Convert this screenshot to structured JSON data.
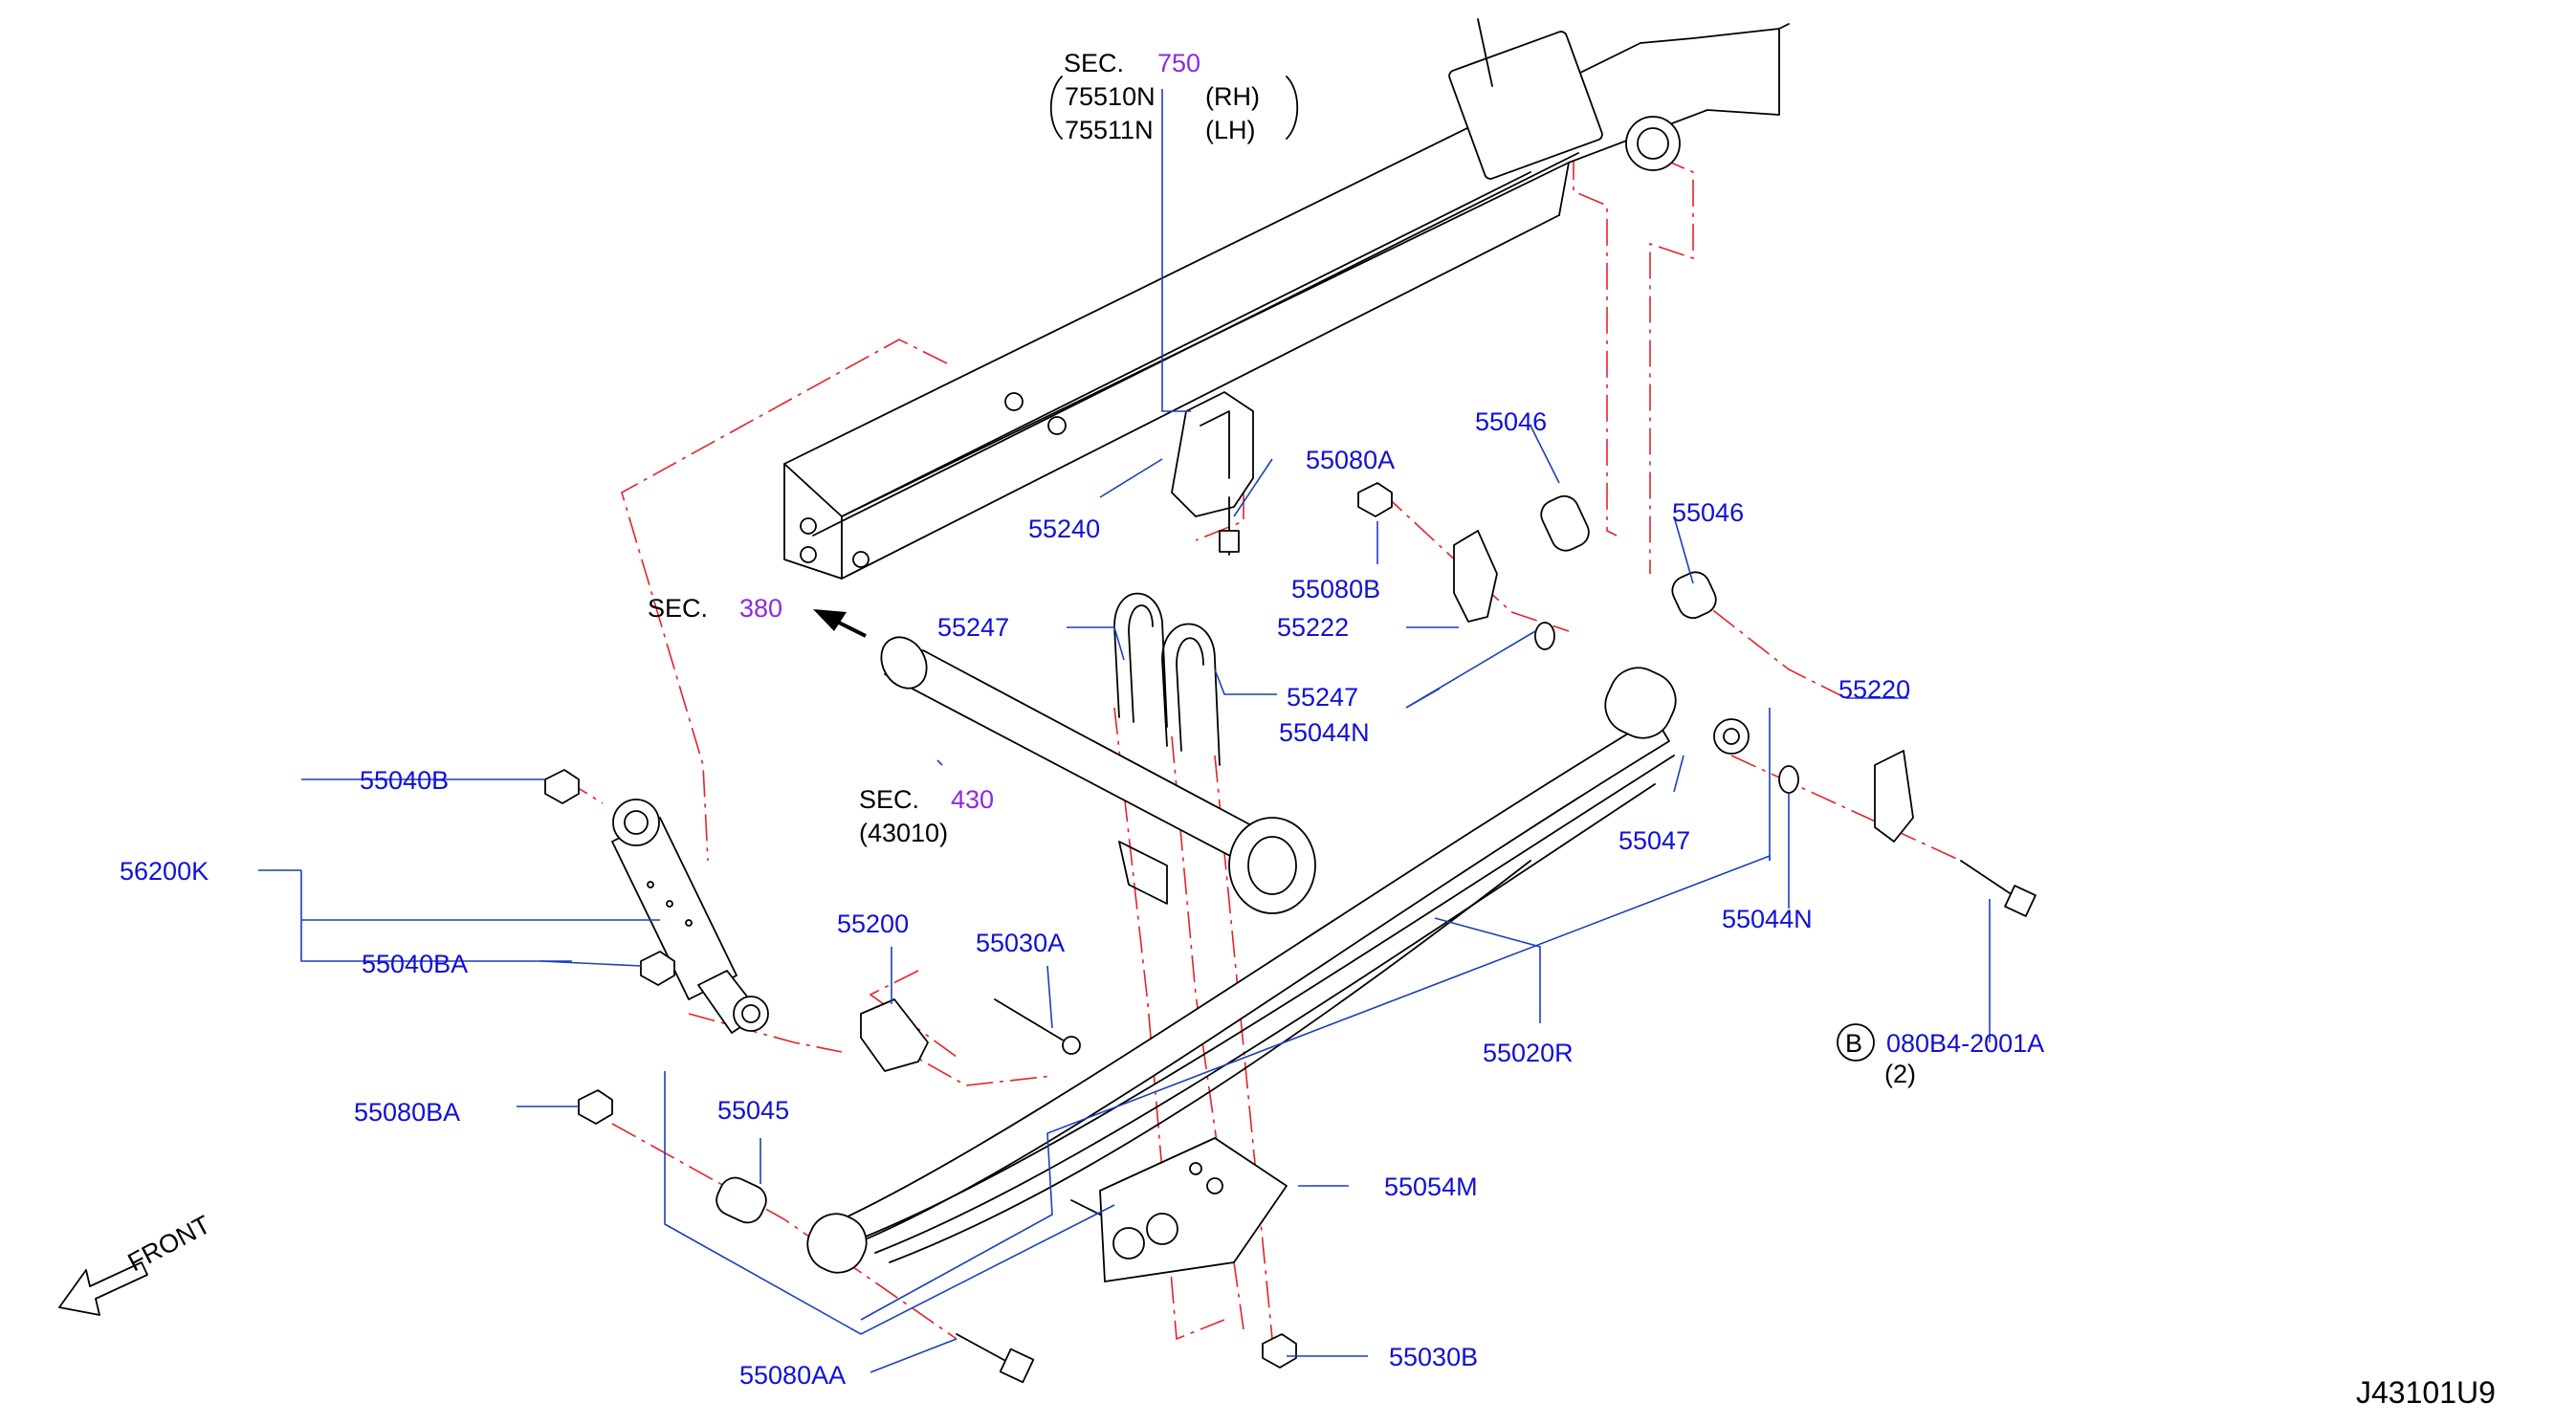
{
  "labels": {
    "sec750_prefix": "SEC.",
    "sec750_num": "750",
    "p75510n": "75510N",
    "rh": "(RH)",
    "p75511n": "75511N",
    "lh": "(LH)",
    "p55240": "55240",
    "p55080a": "55080A",
    "p55046_top": "55046",
    "p55046_right": "55046",
    "p55080b": "55080B",
    "sec380_prefix": "SEC.",
    "sec380_num": "380",
    "p55247_a": "55247",
    "p55222": "55222",
    "p55247_b": "55247",
    "p55044n_mid": "55044N",
    "p55220": "55220",
    "sec430_prefix": "SEC.",
    "sec430_num": "430",
    "p43010": "(43010)",
    "p55040b": "55040B",
    "p56200k": "56200K",
    "p55040ba": "55040BA",
    "p55047": "55047",
    "p55044n": "55044N",
    "p55200": "55200",
    "p55030a": "55030A",
    "p55020r": "55020R",
    "b_circle": "B",
    "p080b4": "080B4-2001A",
    "qty2": "(2)",
    "p55080ba": "55080BA",
    "p55045": "55045",
    "p55054m": "55054M",
    "front": "FRONT",
    "p55080aa": "55080AA",
    "p55030b": "55030B",
    "diagram_id": "J43101U9"
  },
  "colors": {
    "label_blue": "#1010d8",
    "section_purple": "#8a2be2",
    "leader_blue": "#1a3fbf",
    "phantom_red": "#e8202a",
    "outline_black": "#000000"
  }
}
